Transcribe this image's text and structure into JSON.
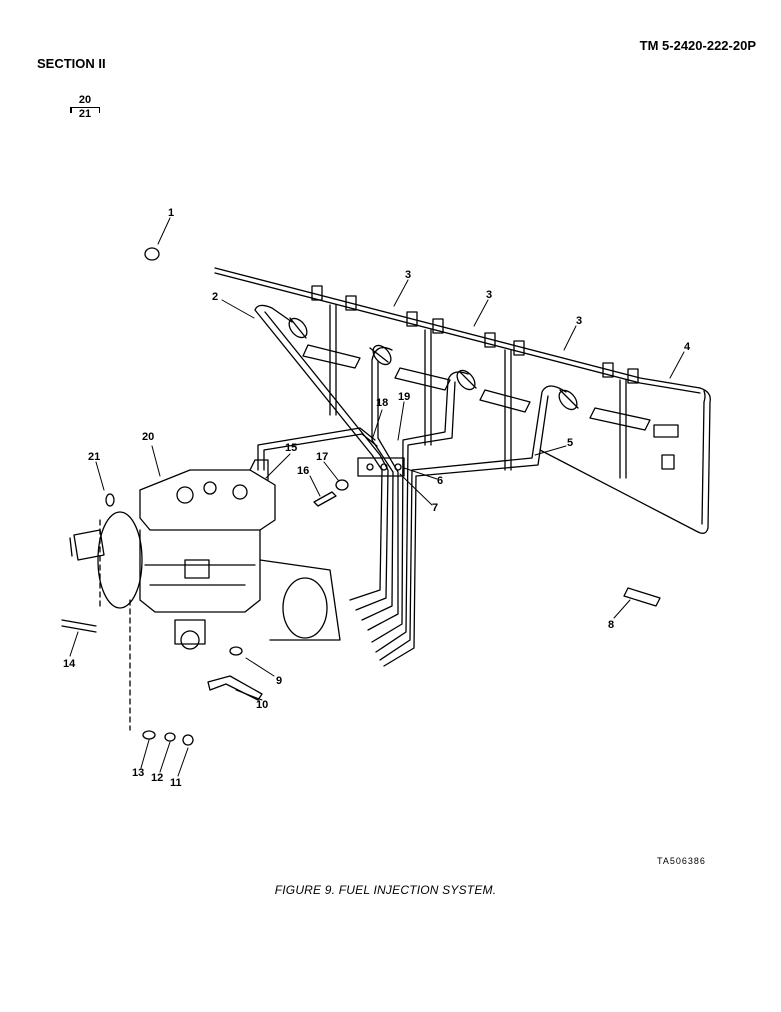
{
  "header": {
    "tm_number": "TM 5-2420-222-20P",
    "section": "SECTION II",
    "figure_ref_top": "20",
    "figure_ref_bottom": "21"
  },
  "callouts": [
    "1",
    "2",
    "3",
    "3",
    "3",
    "4",
    "5",
    "6",
    "7",
    "8",
    "9",
    "10",
    "11",
    "12",
    "13",
    "14",
    "15",
    "16",
    "17",
    "18",
    "19",
    "20",
    "21"
  ],
  "drawing_code": "TA506386",
  "caption": "FIGURE 9.  FUEL INJECTION SYSTEM."
}
